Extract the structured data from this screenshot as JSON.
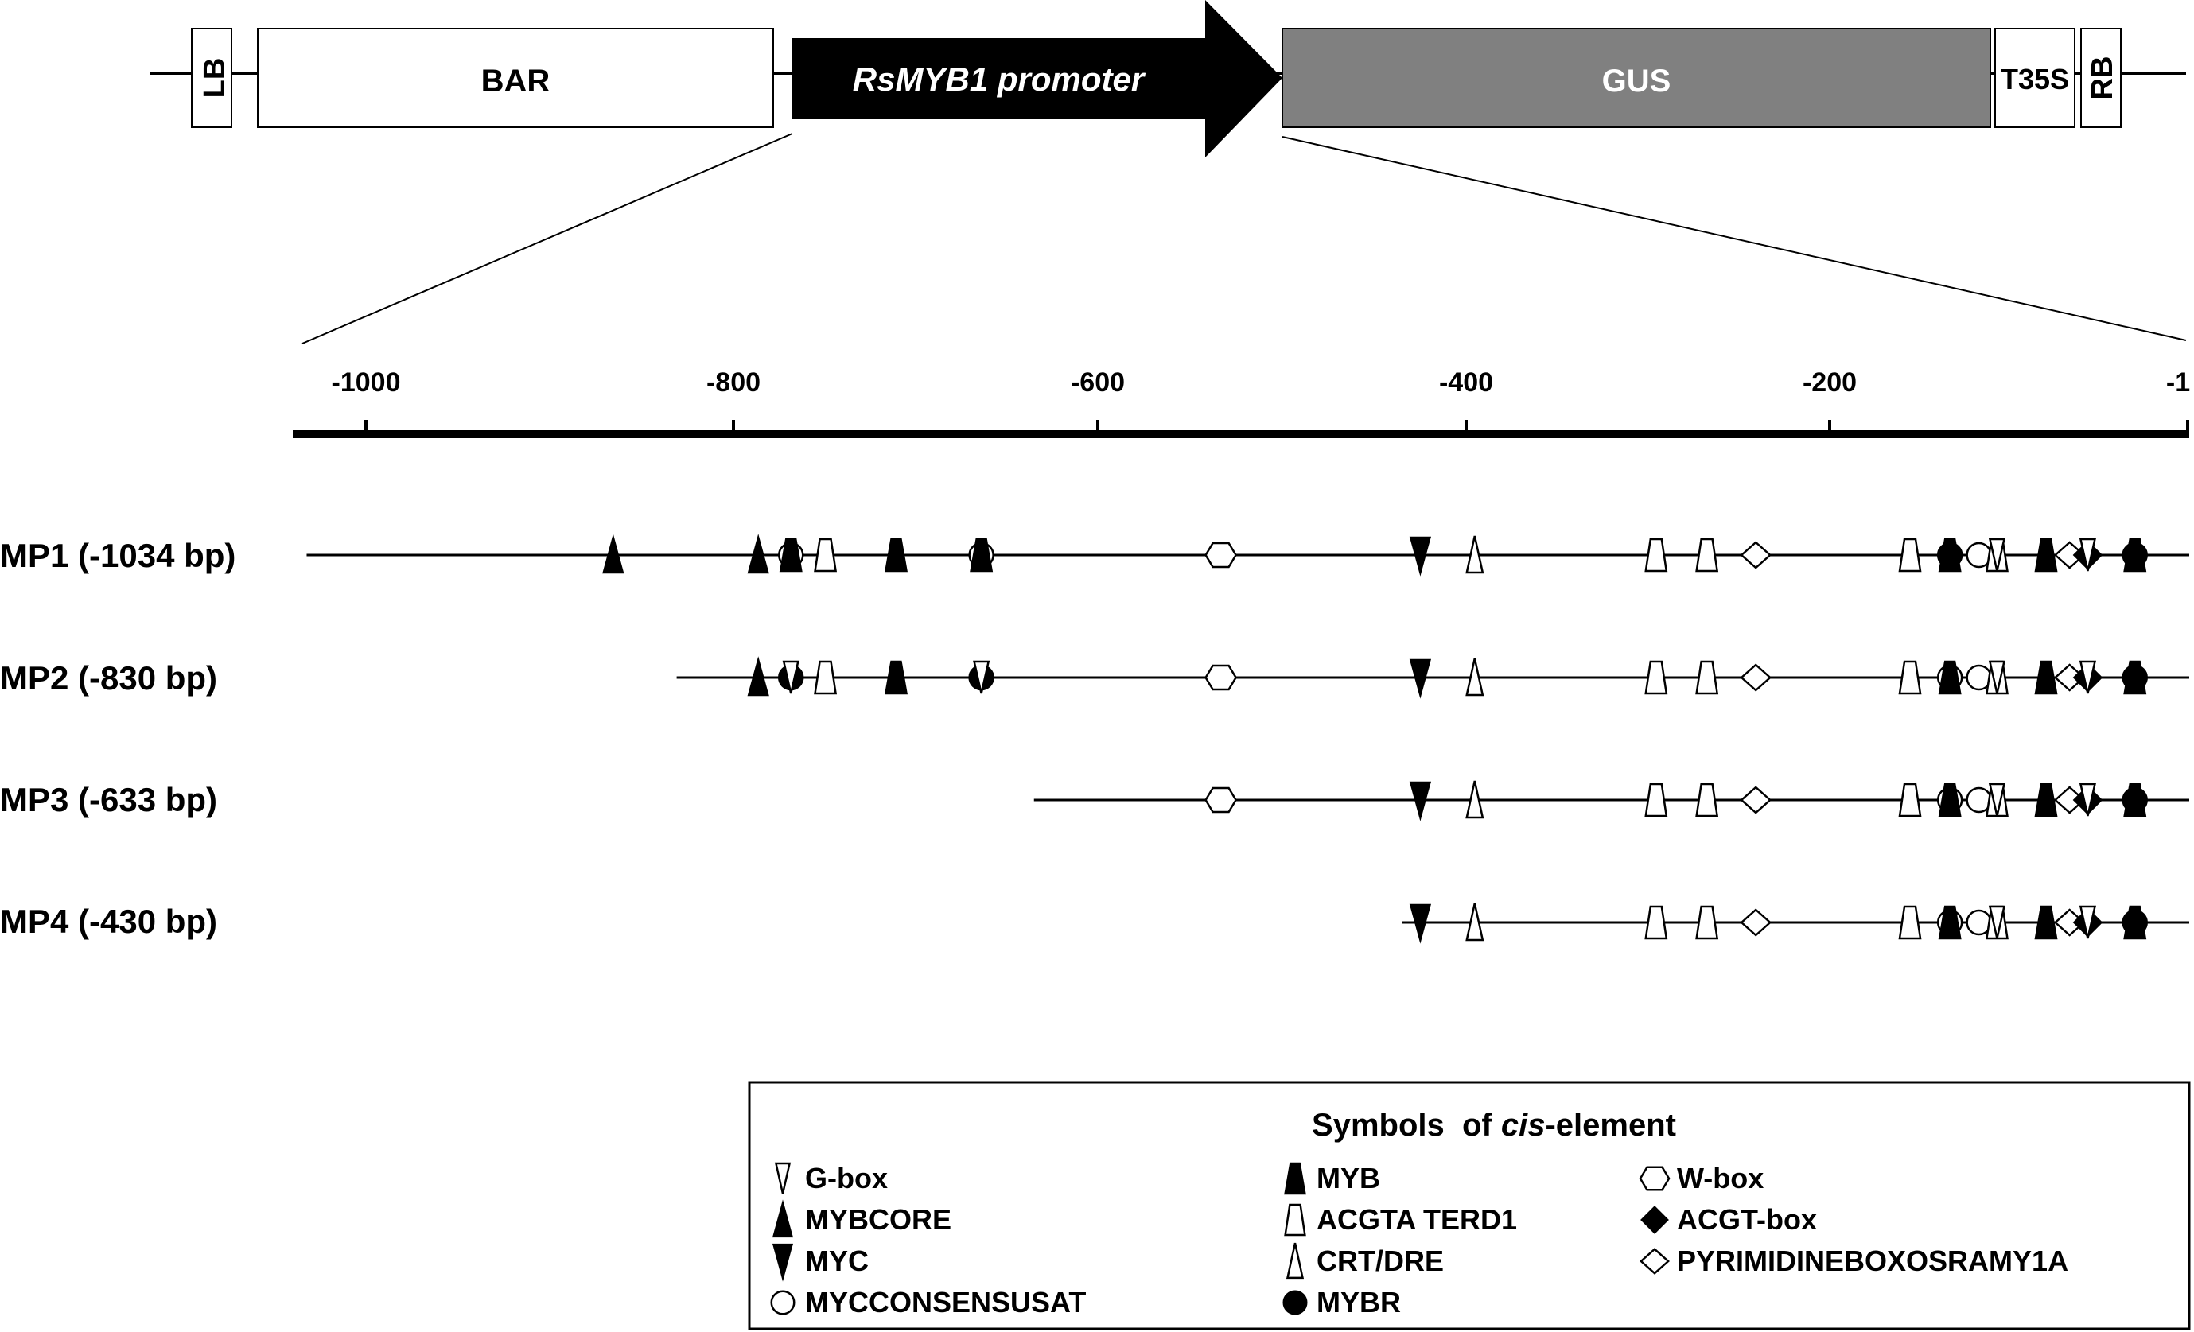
{
  "construct": {
    "lb": "LB",
    "bar": "BAR",
    "promoter": "RsMYB1 promoter",
    "gus": "GUS",
    "t35s": "T35S",
    "rb": "RB",
    "colors": {
      "gus_fill": "#808080",
      "promoter_fill": "#000000"
    }
  },
  "axis": {
    "tick_labels": [
      "-1000",
      "-800",
      "-600",
      "-400",
      "-200",
      "-1"
    ]
  },
  "promoters": [
    {
      "label": "MP1 (-1034 bp)",
      "start": -1034,
      "elements": [
        [
          "MYBCORE",
          -865
        ],
        [
          "MYBCORE",
          -785
        ],
        [
          "MYCCONSENSUSAT",
          -767
        ],
        [
          "MYB",
          -767
        ],
        [
          "ACGTA TERD1",
          -748
        ],
        [
          "MYB",
          -709
        ],
        [
          "MYCCONSENSUSAT",
          -662
        ],
        [
          "MYB",
          -662
        ],
        [
          "W-box",
          -530
        ],
        [
          "MYC",
          -420
        ],
        [
          "CRT/DRE",
          -390
        ],
        [
          "ACGTA TERD1",
          -290
        ],
        [
          "ACGTA TERD1",
          -262
        ],
        [
          "PYRIMIDINEBOXOSRAMY1A",
          -235
        ],
        [
          "ACGTA TERD1",
          -150
        ],
        [
          "MYBR",
          -128
        ],
        [
          "MYB",
          -128
        ],
        [
          "MYCCONSENSUSAT",
          -112
        ],
        [
          "ACGTA TERD1",
          -102
        ],
        [
          "G-box",
          -102
        ],
        [
          "MYB",
          -75
        ],
        [
          "PYRIMIDINEBOXOSRAMY1A",
          -62
        ],
        [
          "ACGT-box",
          -52
        ],
        [
          "G-box",
          -52
        ],
        [
          "MYBR",
          -26
        ],
        [
          "MYB",
          -26
        ]
      ]
    },
    {
      "label": "MP2 (-830 bp)",
      "start": -830,
      "elements": [
        [
          "MYBCORE",
          -785
        ],
        [
          "MYBR",
          -767
        ],
        [
          "G-box",
          -767
        ],
        [
          "ACGTA TERD1",
          -748
        ],
        [
          "MYB",
          -709
        ],
        [
          "MYBR",
          -662
        ],
        [
          "G-box",
          -662
        ],
        [
          "W-box",
          -530
        ],
        [
          "MYC",
          -420
        ],
        [
          "CRT/DRE",
          -390
        ],
        [
          "ACGTA TERD1",
          -290
        ],
        [
          "ACGTA TERD1",
          -262
        ],
        [
          "PYRIMIDINEBOXOSRAMY1A",
          -235
        ],
        [
          "ACGTA TERD1",
          -150
        ],
        [
          "MYCCONSENSUSAT",
          -128
        ],
        [
          "MYB",
          -128
        ],
        [
          "MYCCONSENSUSAT",
          -112
        ],
        [
          "ACGTA TERD1",
          -102
        ],
        [
          "G-box",
          -102
        ],
        [
          "MYB",
          -75
        ],
        [
          "PYRIMIDINEBOXOSRAMY1A",
          -62
        ],
        [
          "ACGT-box",
          -52
        ],
        [
          "G-box",
          -52
        ],
        [
          "MYBR",
          -26
        ],
        [
          "MYB",
          -26
        ]
      ]
    },
    {
      "label": "MP3 (-633 bp)",
      "start": -633,
      "elements": [
        [
          "W-box",
          -530
        ],
        [
          "MYC",
          -420
        ],
        [
          "CRT/DRE",
          -390
        ],
        [
          "ACGTA TERD1",
          -290
        ],
        [
          "ACGTA TERD1",
          -262
        ],
        [
          "PYRIMIDINEBOXOSRAMY1A",
          -235
        ],
        [
          "ACGTA TERD1",
          -150
        ],
        [
          "MYCCONSENSUSAT",
          -128
        ],
        [
          "MYB",
          -128
        ],
        [
          "MYCCONSENSUSAT",
          -112
        ],
        [
          "ACGTA TERD1",
          -102
        ],
        [
          "G-box",
          -102
        ],
        [
          "MYB",
          -75
        ],
        [
          "PYRIMIDINEBOXOSRAMY1A",
          -62
        ],
        [
          "ACGT-box",
          -52
        ],
        [
          "G-box",
          -52
        ],
        [
          "MYBR",
          -26
        ],
        [
          "MYB",
          -26
        ]
      ]
    },
    {
      "label": "MP4 (-430 bp)",
      "start": -430,
      "elements": [
        [
          "MYC",
          -420
        ],
        [
          "CRT/DRE",
          -390
        ],
        [
          "ACGTA TERD1",
          -290
        ],
        [
          "ACGTA TERD1",
          -262
        ],
        [
          "PYRIMIDINEBOXOSRAMY1A",
          -235
        ],
        [
          "ACGTA TERD1",
          -150
        ],
        [
          "MYCCONSENSUSAT",
          -128
        ],
        [
          "MYB",
          -128
        ],
        [
          "MYCCONSENSUSAT",
          -112
        ],
        [
          "ACGTA TERD1",
          -102
        ],
        [
          "G-box",
          -102
        ],
        [
          "MYB",
          -75
        ],
        [
          "PYRIMIDINEBOXOSRAMY1A",
          -62
        ],
        [
          "ACGT-box",
          -52
        ],
        [
          "G-box",
          -52
        ],
        [
          "MYBR",
          -26
        ],
        [
          "MYB",
          -26
        ]
      ]
    }
  ],
  "legend": {
    "title_prefix": "Symbols  of ",
    "title_italic": "cis",
    "title_suffix": "-element",
    "items": [
      {
        "symbol": "G-box",
        "label": "G-box"
      },
      {
        "symbol": "MYBCORE",
        "label": "MYBCORE"
      },
      {
        "symbol": "MYC",
        "label": "MYC"
      },
      {
        "symbol": "MYCCONSENSUSAT",
        "label": "MYCCONSENSUSAT"
      },
      {
        "symbol": "MYB",
        "label": "MYB"
      },
      {
        "symbol": "ACGTA TERD1",
        "label": "ACGTA TERD1"
      },
      {
        "symbol": "CRT/DRE",
        "label": "CRT/DRE"
      },
      {
        "symbol": "MYBR",
        "label": "MYBR"
      },
      {
        "symbol": "W-box",
        "label": "W-box"
      },
      {
        "symbol": "ACGT-box",
        "label": "ACGT-box"
      },
      {
        "symbol": "PYRIMIDINEBOXOSRAMY1A",
        "label": "PYRIMIDINEBOXOSRAMY1A"
      }
    ]
  }
}
